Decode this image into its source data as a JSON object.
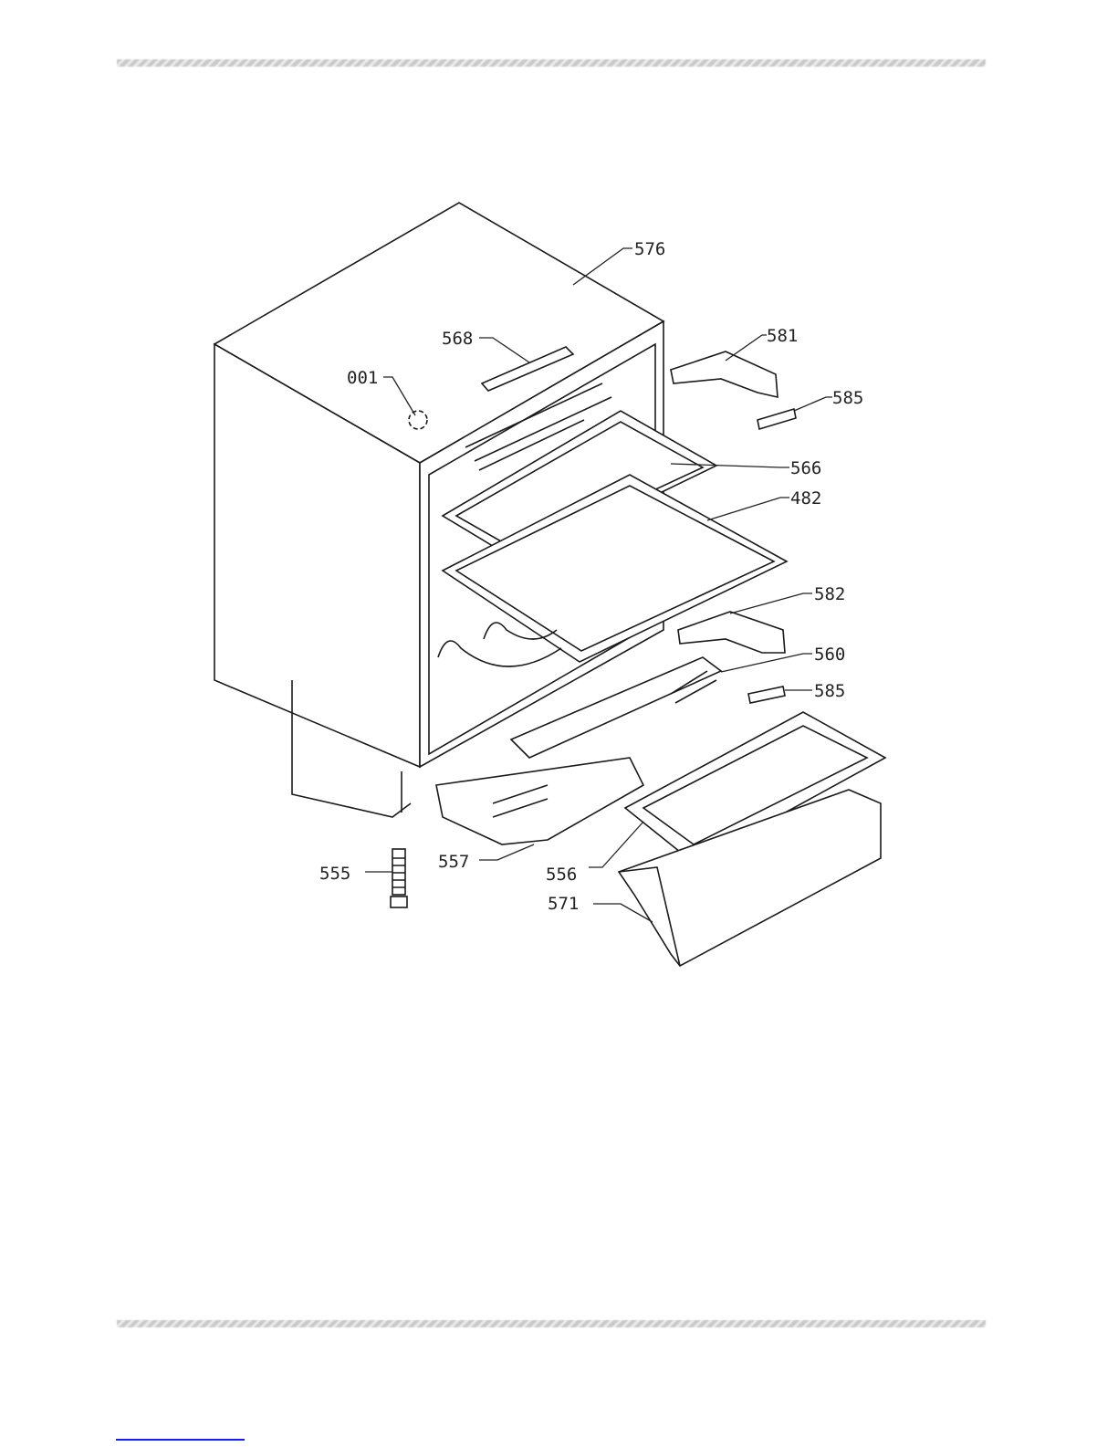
{
  "diagram": {
    "labels": {
      "p576": "576",
      "p568": "568",
      "p581": "581",
      "p585a": "585",
      "p001": "001",
      "p566": "566",
      "p482": "482",
      "p582": "582",
      "p560": "560",
      "p585b": "585",
      "p555": "555",
      "p557": "557",
      "p556": "556",
      "p571": "571"
    }
  }
}
